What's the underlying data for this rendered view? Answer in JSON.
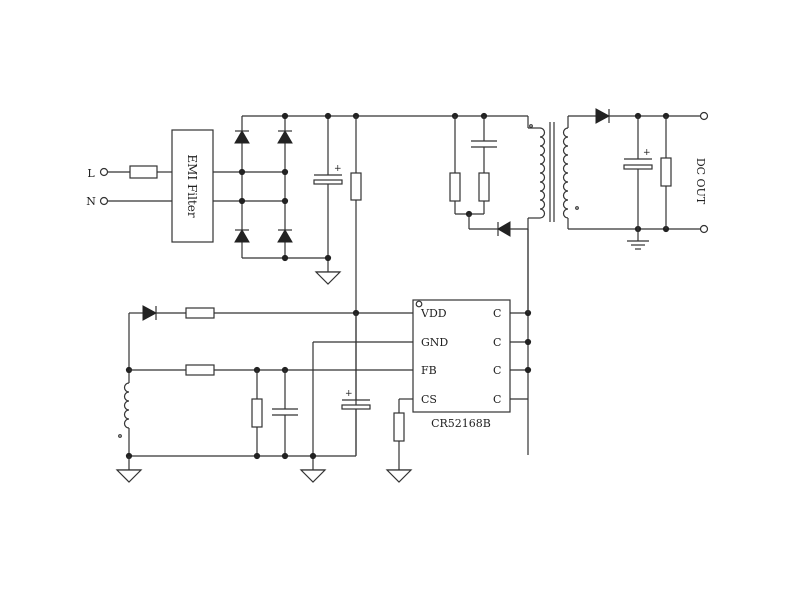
{
  "labels": {
    "line": "L",
    "neutral": "N",
    "emi_filter": "EMI Filter",
    "dc_out": "DC OUT",
    "chip_name": "CR52168B",
    "pins_left": [
      "VDD",
      "GND",
      "FB",
      "CS"
    ],
    "pins_right": [
      "C",
      "C",
      "C",
      "C"
    ],
    "cap_plus": "+"
  }
}
